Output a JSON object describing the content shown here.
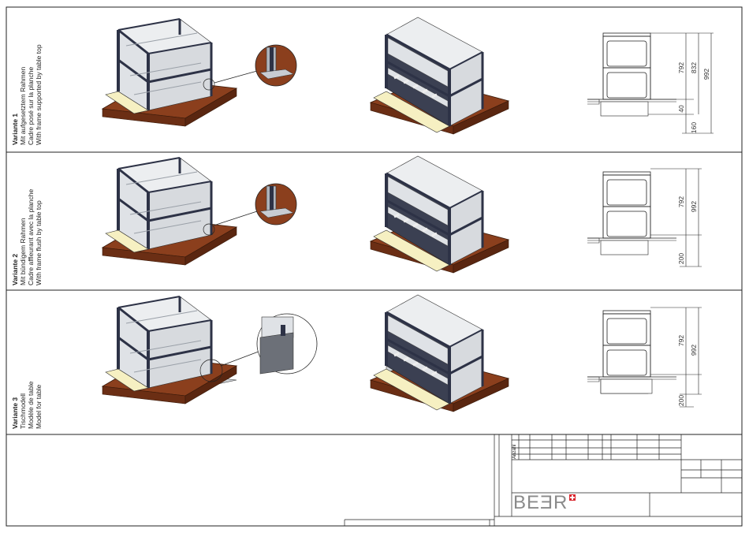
{
  "variants": [
    {
      "title": "Variante 1",
      "de": "Mit aufgesetztem Rahmen",
      "fr": "Cadre posé sur la planche",
      "en": "With frame supported by table top",
      "dims": [
        "792",
        "832",
        "992",
        "40",
        "160"
      ]
    },
    {
      "title": "Variante 2",
      "de": "Mit bündigem Rahmen",
      "fr": "Cadre affleurant avec la planche",
      "en": "With frame flush by table top",
      "dims": [
        "792",
        "992",
        "200"
      ]
    },
    {
      "title": "Variante 3",
      "de": "Tischmodell",
      "fr": "Modèle de table",
      "en": "Model for table",
      "dims": [
        "792",
        "992",
        "200"
      ]
    }
  ],
  "title_block": {
    "anzahl_label": "Anzahl",
    "logo_text": "BEƎR"
  },
  "colors": {
    "wood": "#8b3f1d",
    "frame": "#2d3246",
    "glass": "#dfe2e6",
    "tray": "#f6f0c2"
  }
}
